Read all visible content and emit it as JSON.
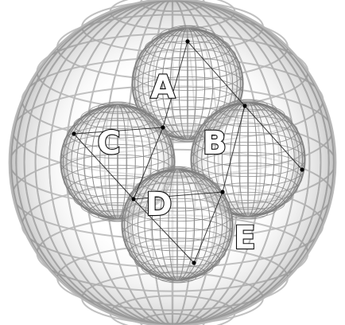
{
  "diagram": {
    "labels": {
      "a": "A",
      "b": "B",
      "c": "C",
      "d": "D",
      "e": "E"
    },
    "colors": {
      "outer_mesh": "#b9b9b9",
      "inner_mesh": "#8a8a8a",
      "inner_shadow": "#6c6c6c",
      "line": "#1a1a1a",
      "point": "#000000",
      "label_fill": "#ffffff",
      "label_stroke": "#111111"
    }
  }
}
